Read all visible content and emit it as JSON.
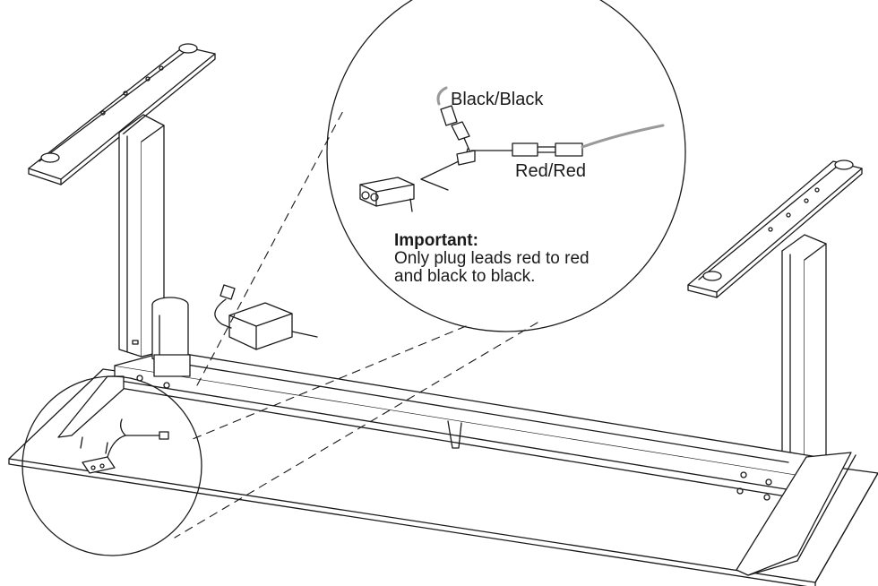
{
  "labels": {
    "black_connector": "Black/Black",
    "red_connector": "Red/Red"
  },
  "note": {
    "title": "Important:",
    "line1": "Only plug leads red to red",
    "line2": "and black to black."
  },
  "colors": {
    "line": "#1a1a1a",
    "background": "#ffffff",
    "cable": "#9a9a9a"
  }
}
